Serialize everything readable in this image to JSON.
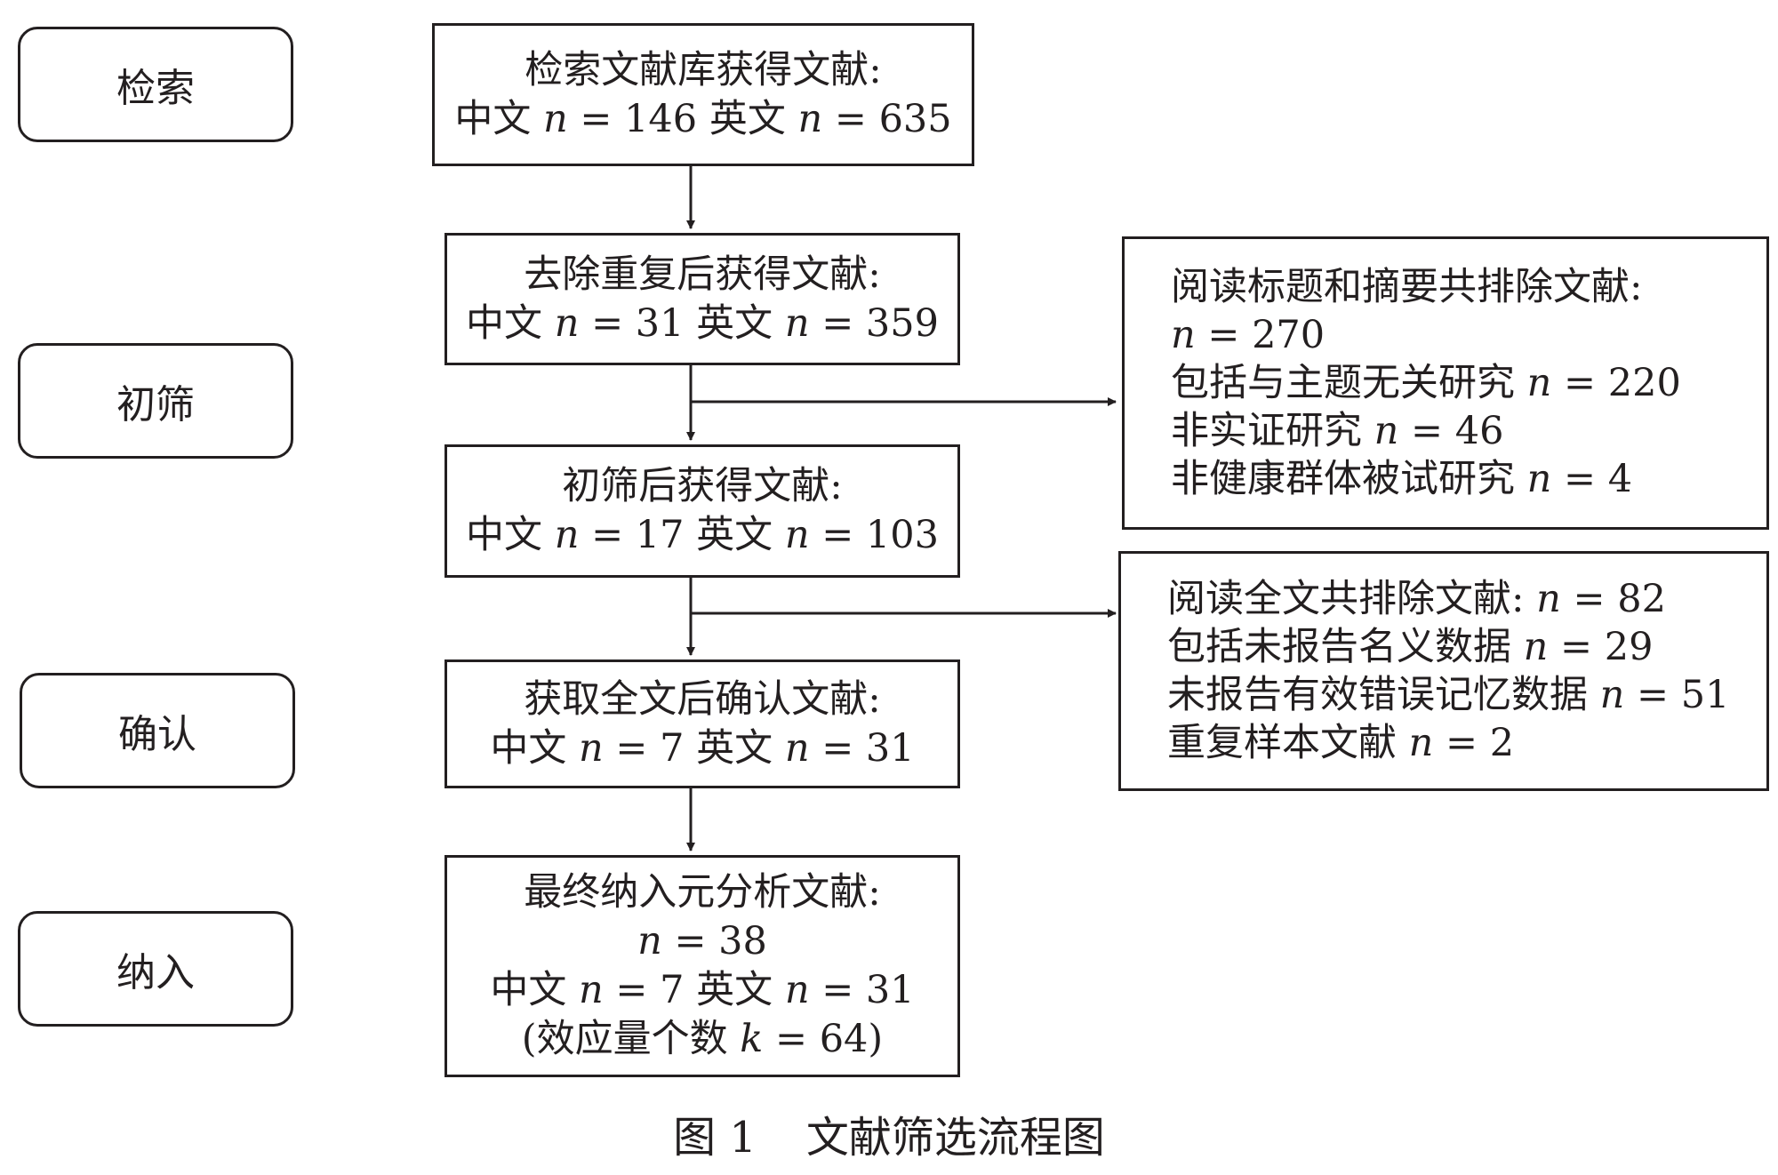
{
  "stages": {
    "search": "检索",
    "screen": "初筛",
    "confirm": "确认",
    "include": "纳入"
  },
  "boxes": {
    "retrieved": {
      "heading": "检索文献库获得文献:",
      "cn_label": "中文",
      "cn_n": "146",
      "en_label": "英文",
      "en_n": "635"
    },
    "dedup": {
      "heading": "去除重复后获得文献:",
      "cn_label": "中文",
      "cn_n": "31",
      "en_label": "英文",
      "en_n": "359"
    },
    "screened": {
      "heading": "初筛后获得文献:",
      "cn_label": "中文",
      "cn_n": "17",
      "en_label": "英文",
      "en_n": "103"
    },
    "fulltext": {
      "heading": "获取全文后确认文献:",
      "cn_label": "中文",
      "cn_n": "7",
      "en_label": "英文",
      "en_n": "31"
    },
    "final": {
      "heading": "最终纳入元分析文献:",
      "total_n": "38",
      "cn_label": "中文",
      "cn_n": "7",
      "en_label": "英文",
      "en_n": "31",
      "effect_open": "(效应量个数",
      "effect_k": "64",
      "effect_close": ")"
    }
  },
  "exclusions": {
    "title_abstract": {
      "heading": "阅读标题和摘要共排除文献:",
      "total_n": "270",
      "reasons": [
        {
          "label": "包括与主题无关研究",
          "n": "220"
        },
        {
          "label": "非实证研究",
          "n": "46"
        },
        {
          "label": "非健康群体被试研究",
          "n": "4"
        }
      ]
    },
    "full_text": {
      "heading": "阅读全文共排除文献:",
      "total_n": "82",
      "reasons": [
        {
          "label": "包括未报告名义数据",
          "n": "29"
        },
        {
          "label": "未报告有效错误记忆数据",
          "n": "51"
        },
        {
          "label": "重复样本文献",
          "n": "2"
        }
      ]
    }
  },
  "symbols": {
    "n": "n",
    "k": "k",
    "eq": "="
  },
  "caption": {
    "number": "图 1",
    "title": "文献筛选流程图"
  }
}
